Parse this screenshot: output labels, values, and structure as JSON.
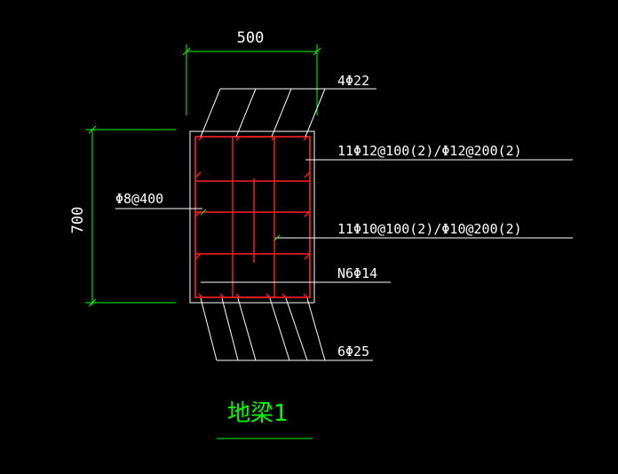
{
  "drawing": {
    "width_dim": "500",
    "height_dim": "700",
    "labels": {
      "top_bars": "4Φ22",
      "stirrup_main": "11Φ12@100(2)/Φ12@200(2)",
      "tie_bars": "Φ8@400",
      "stirrup_secondary": "11Φ10@100(2)/Φ10@200(2)",
      "side_bars": "N6Φ14",
      "bottom_bars": "6Φ25"
    },
    "title": "地梁1",
    "colors": {
      "background": "#000000",
      "dimension": "#00ff00",
      "rebar": "#ff2020",
      "outline": "#ffffff",
      "title": "#00ff00"
    }
  }
}
